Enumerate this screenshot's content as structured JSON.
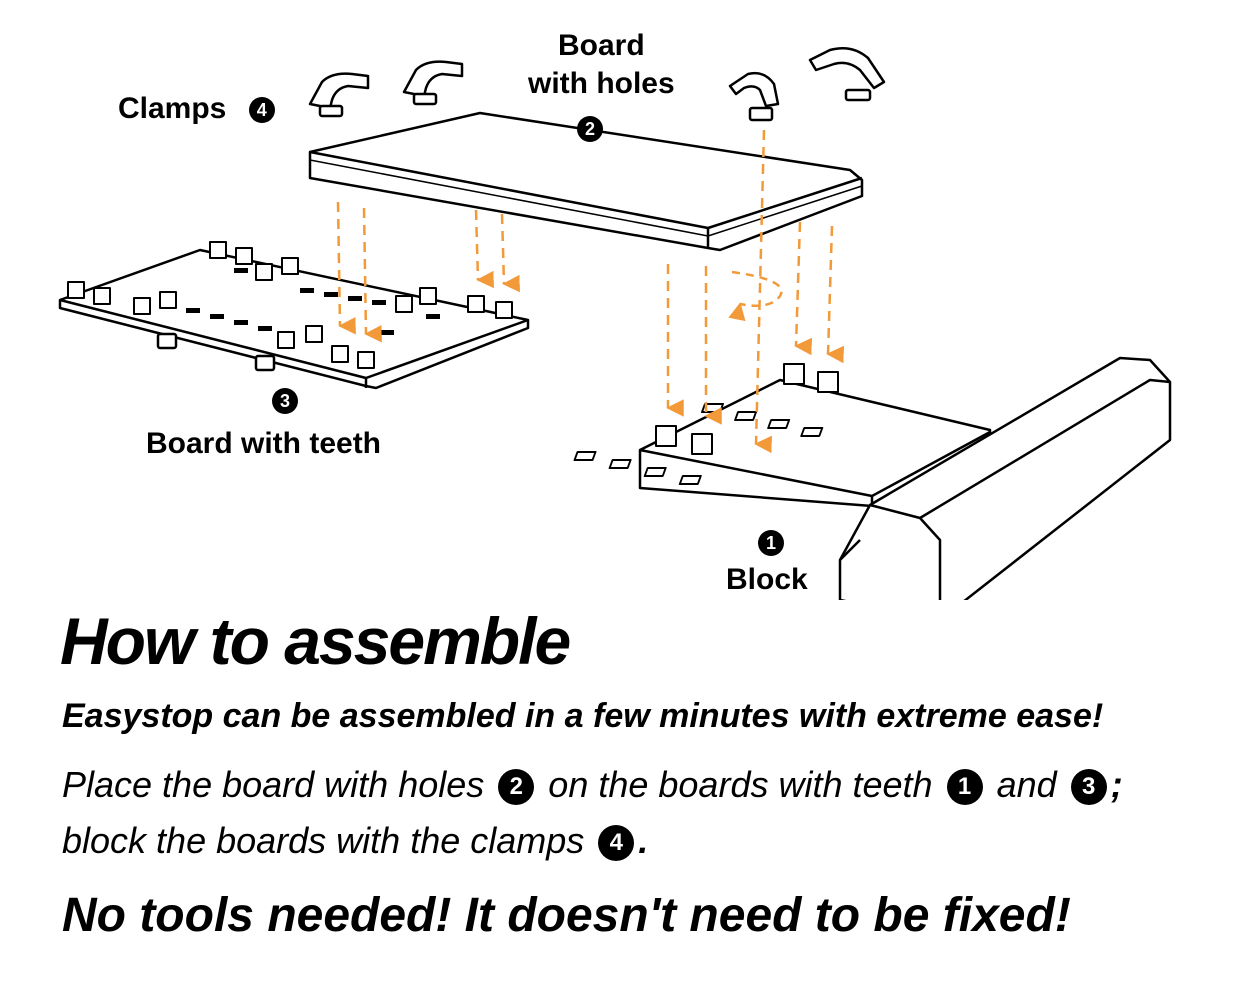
{
  "labels": {
    "clamps": "Clamps",
    "clamps_num": "4",
    "board_holes_line1": "Board",
    "board_holes_line2": "with holes",
    "board_holes_num": "2",
    "board_teeth": "Board with teeth",
    "board_teeth_num": "3",
    "block": "Block",
    "block_num": "1"
  },
  "heading": {
    "title": "How to assemble",
    "subtitle": "Easystop can be assembled in a few minutes with extreme ease!"
  },
  "instructions": {
    "line1_a": "Place the board with holes",
    "line1_num_a": "2",
    "line1_b": "on the boards with teeth",
    "line1_num_b": "1",
    "line1_c": "and",
    "line1_num_c": "3",
    "line1_d": ";",
    "line2_a": "block the boards with the clamps",
    "line2_num": "4",
    "line2_b": "."
  },
  "footer": "No tools needed! It doesn't need to be fixed!",
  "colors": {
    "arrow": "#f29a3a",
    "line": "#000000"
  }
}
